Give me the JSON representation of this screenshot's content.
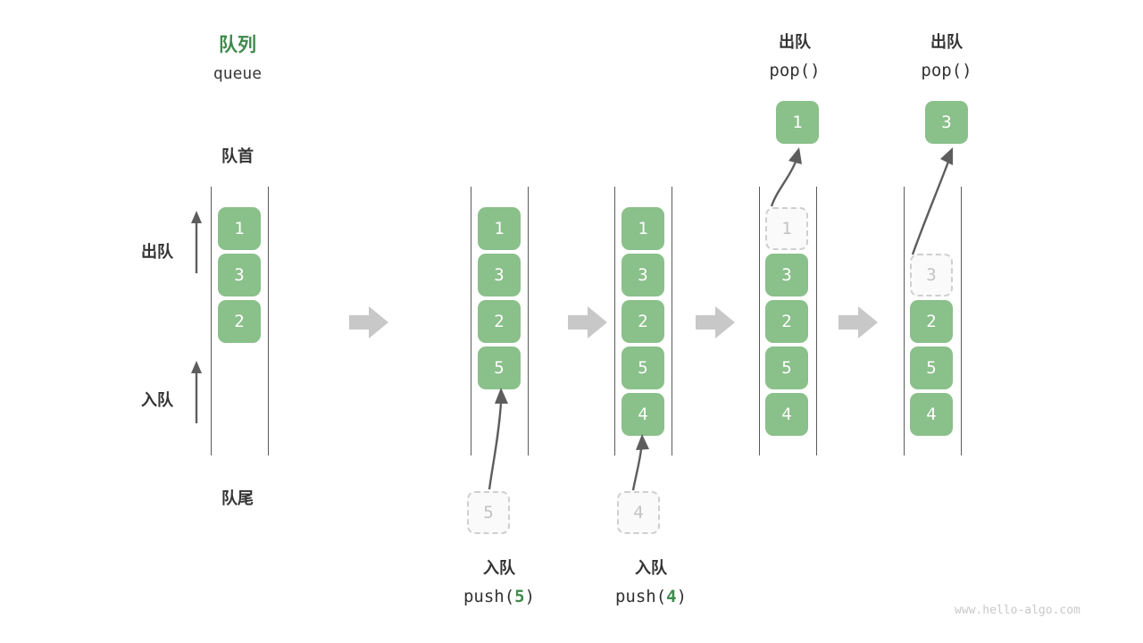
{
  "diagram": {
    "title_cn": "队列",
    "title_code": "queue",
    "front_label": "队首",
    "rear_label": "队尾",
    "dequeue_label": "出队",
    "enqueue_label": "入队",
    "watermark": "www.hello-algo.com",
    "colors": {
      "cell_fill": "#8ac08a",
      "cell_text": "#ffffff",
      "ghost_fill": "#fafafa",
      "ghost_border": "#cfcfcf",
      "ghost_text": "#c2c2c2",
      "title_green": "#3f8a4c",
      "rail": "#5a5a5a",
      "block_arrow": "#c8c8c8",
      "thin_arrow": "#5d5d5d",
      "watermark": "#c9c9c9"
    }
  },
  "steps": [
    {
      "id": "initial",
      "cells": [
        {
          "value": "1",
          "state": "filled"
        },
        {
          "value": "3",
          "state": "filled"
        },
        {
          "value": "2",
          "state": "filled"
        }
      ],
      "caption_cn": "",
      "caption_code": "",
      "op_cn": "",
      "op_code": ""
    },
    {
      "id": "push-5",
      "cells": [
        {
          "value": "1",
          "state": "filled"
        },
        {
          "value": "3",
          "state": "filled"
        },
        {
          "value": "2",
          "state": "filled"
        },
        {
          "value": "5",
          "state": "filled"
        }
      ],
      "floating": {
        "value": "5",
        "state": "ghost",
        "position": "below"
      },
      "op_cn": "入队",
      "op_code_prefix": "push(",
      "op_code_arg": "5",
      "op_code_suffix": ")"
    },
    {
      "id": "push-4",
      "cells": [
        {
          "value": "1",
          "state": "filled"
        },
        {
          "value": "3",
          "state": "filled"
        },
        {
          "value": "2",
          "state": "filled"
        },
        {
          "value": "5",
          "state": "filled"
        },
        {
          "value": "4",
          "state": "filled"
        }
      ],
      "floating": {
        "value": "4",
        "state": "ghost",
        "position": "below"
      },
      "op_cn": "入队",
      "op_code_prefix": "push(",
      "op_code_arg": "4",
      "op_code_suffix": ")"
    },
    {
      "id": "pop-1",
      "cells": [
        {
          "value": "1",
          "state": "ghost"
        },
        {
          "value": "3",
          "state": "filled"
        },
        {
          "value": "2",
          "state": "filled"
        },
        {
          "value": "5",
          "state": "filled"
        },
        {
          "value": "4",
          "state": "filled"
        }
      ],
      "popped": {
        "value": "1",
        "state": "filled",
        "position": "above"
      },
      "op_cn": "出队",
      "op_code": "pop()"
    },
    {
      "id": "pop-3",
      "cells": [
        {
          "value": "3",
          "state": "ghost",
          "slot": 1
        },
        {
          "value": "2",
          "state": "filled",
          "slot": 2
        },
        {
          "value": "5",
          "state": "filled",
          "slot": 3
        },
        {
          "value": "4",
          "state": "filled",
          "slot": 4
        }
      ],
      "popped": {
        "value": "3",
        "state": "filled",
        "position": "above"
      },
      "op_cn": "出队",
      "op_code": "pop()"
    }
  ]
}
